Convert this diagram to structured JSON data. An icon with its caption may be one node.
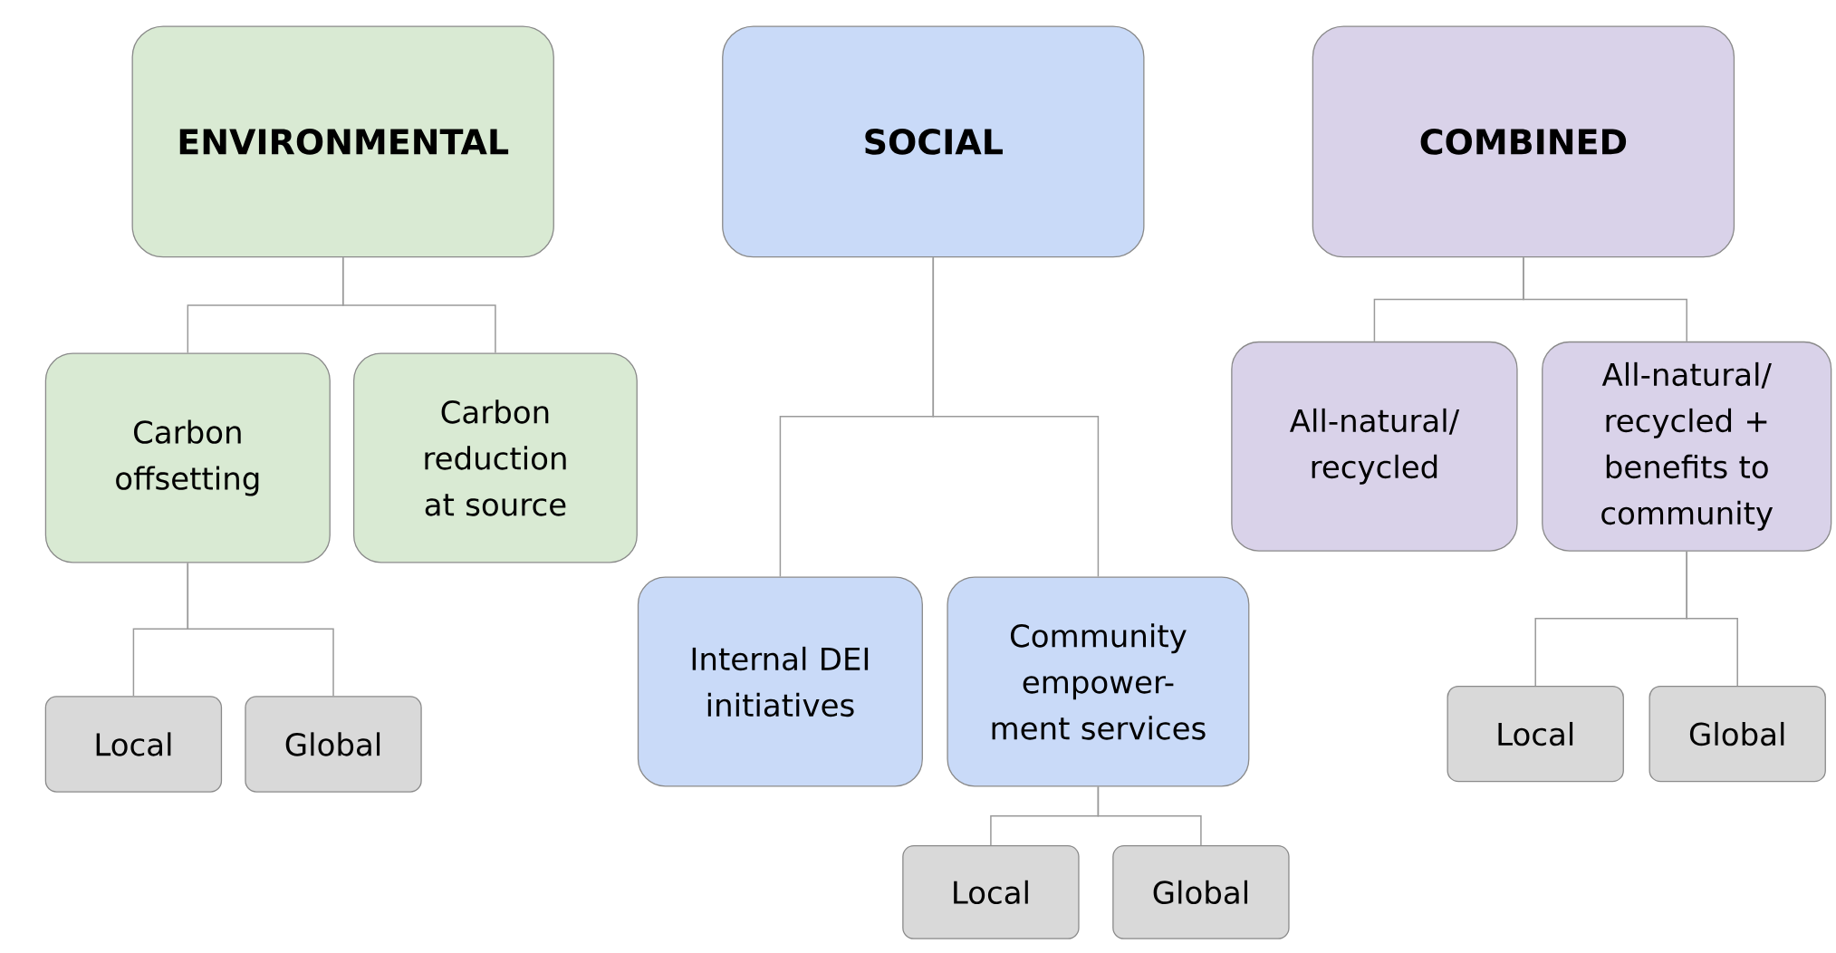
{
  "diagram": {
    "nodes": [
      {
        "text": [
          "ENVIRONMENTAL"
        ]
      },
      {
        "text": [
          "Carbon offsetting"
        ]
      },
      {
        "text": [
          "Carbon reduction at source"
        ]
      },
      {
        "text": [
          "Local"
        ]
      },
      {
        "text": [
          "Global"
        ]
      },
      {
        "text": [
          "SOCIAL"
        ]
      },
      {
        "text": [
          "Internal DEI initiatives"
        ]
      },
      {
        "text": [
          "Community empower- ment services"
        ]
      },
      {
        "text": [
          "Local"
        ]
      },
      {
        "text": [
          "Global"
        ]
      },
      {
        "text": [
          "COMBINED"
        ]
      },
      {
        "text": [
          "All-natural/ recycled"
        ]
      },
      {
        "text": [
          "All-natural/ recycled + benefits to community"
        ]
      },
      {
        "text": [
          "Local"
        ]
      },
      {
        "text": [
          "Global"
        ]
      }
    ],
    "edges": [
      {
        "from": 0,
        "to": 1,
        "arrow": "none"
      },
      {
        "from": 0,
        "to": 2,
        "arrow": "none"
      },
      {
        "from": 1,
        "to": 3,
        "arrow": "none"
      },
      {
        "from": 1,
        "to": 4,
        "arrow": "none"
      },
      {
        "from": 5,
        "to": 6,
        "arrow": "none"
      },
      {
        "from": 5,
        "to": 7,
        "arrow": "none"
      },
      {
        "from": 7,
        "to": 8,
        "arrow": "none"
      },
      {
        "from": 7,
        "to": 9,
        "arrow": "none"
      },
      {
        "from": 10,
        "to": 11,
        "arrow": "none"
      },
      {
        "from": 10,
        "to": 12,
        "arrow": "none"
      },
      {
        "from": 12,
        "to": 13,
        "arrow": "none"
      },
      {
        "from": 12,
        "to": 14,
        "arrow": "none"
      }
    ]
  }
}
